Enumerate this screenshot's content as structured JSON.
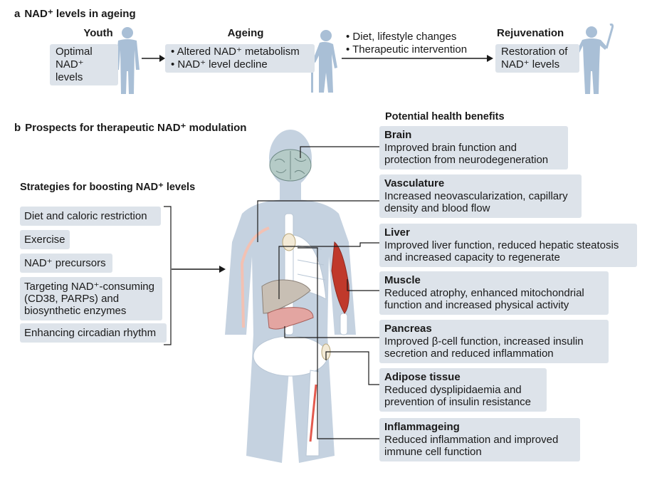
{
  "panel_a": {
    "letter": "a",
    "title": "NAD⁺ levels in ageing",
    "youth": {
      "title": "Youth",
      "box_lines": [
        "Optimal",
        "NAD⁺ levels"
      ]
    },
    "ageing": {
      "title": "Ageing",
      "bullets": [
        "• Altered NAD⁺ metabolism",
        "• NAD⁺ level decline"
      ]
    },
    "interventions": [
      "• Diet, lifestyle changes",
      "• Therapeutic intervention"
    ],
    "rejuvenation": {
      "title": "Rejuvenation",
      "box_lines": [
        "Restoration of",
        "NAD⁺ levels"
      ]
    }
  },
  "panel_b": {
    "letter": "b",
    "title": "Prospects for therapeutic NAD⁺ modulation",
    "strategies_title": "Strategies for boosting NAD⁺ levels",
    "strategies": [
      "Diet and caloric restriction",
      "Exercise",
      "NAD⁺ precursors",
      "Targeting NAD⁺-consuming (CD38, PARPs) and biosynthetic enzymes",
      "Enhancing circadian rhythm"
    ],
    "benefits_title": "Potential health benefits",
    "benefits": [
      {
        "title": "Brain",
        "text": "Improved brain function and protection from neurodegeneration"
      },
      {
        "title": "Vasculature",
        "text": "Increased neovascularization, capillary density and blood flow"
      },
      {
        "title": "Liver",
        "text": "Improved liver function, reduced hepatic steatosis and increased capacity to regenerate"
      },
      {
        "title": "Muscle",
        "text": "Reduced atrophy, enhanced mitochondrial function and increased physical activity"
      },
      {
        "title": "Pancreas",
        "text": "Improved β-cell function, increased insulin secretion and reduced inflammation"
      },
      {
        "title": "Adipose tissue",
        "text": "Reduced dysplipidaemia and prevention of insulin resistance"
      },
      {
        "title": "Inflammageing",
        "text": "Reduced inflammation and improved immune cell function"
      }
    ]
  },
  "colors": {
    "silhouette": "#c5d2e0",
    "figure": "#a9bfd6",
    "box": "#dde3ea",
    "muscle": "#c0392b",
    "liver": "#c8bfb4",
    "pancreas": "#e3a5a1",
    "brain": "#b5cbc7",
    "bone": "#ffffff",
    "line": "#1a1a1a"
  }
}
